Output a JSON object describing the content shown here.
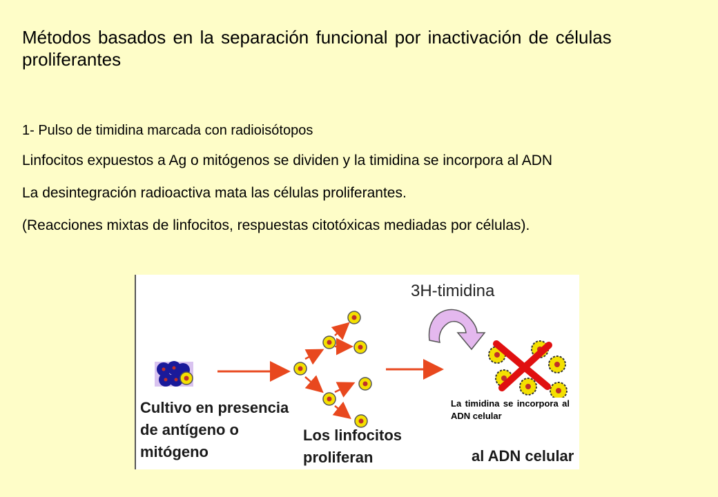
{
  "slide": {
    "title": "Métodos basados en la separación funcional por inactivación de células proliferantes",
    "bullets": [
      "1- Pulso de timidina marcada con radioisótopos",
      "Linfocitos expuestos a Ag o mitógenos se dividen y la timidina se incorpora al ADN",
      "La desintegración radioactiva mata las células proliferantes.",
      "(Reacciones mixtas de linfocitos, respuestas citotóxicas mediadas por células)."
    ]
  },
  "figure": {
    "reagent_label": "3H-timidina",
    "step1_label": [
      "Cultivo en presencia",
      "de antígeno o",
      "mitógeno"
    ],
    "step2_label": [
      "Los linfocitos",
      "proliferan"
    ],
    "note_text": "La timidina se incorpora al ADN celular",
    "underlying_label_fragment": "al ADN celular",
    "colors": {
      "arrow": "#e8481e",
      "cross": "#e01010",
      "cell_fill": "#f4e000",
      "cell_nucleus": "#c0302a",
      "culture_cell": "#1a1a9a",
      "curved_arrow_fill": "#e4b8ee"
    }
  }
}
